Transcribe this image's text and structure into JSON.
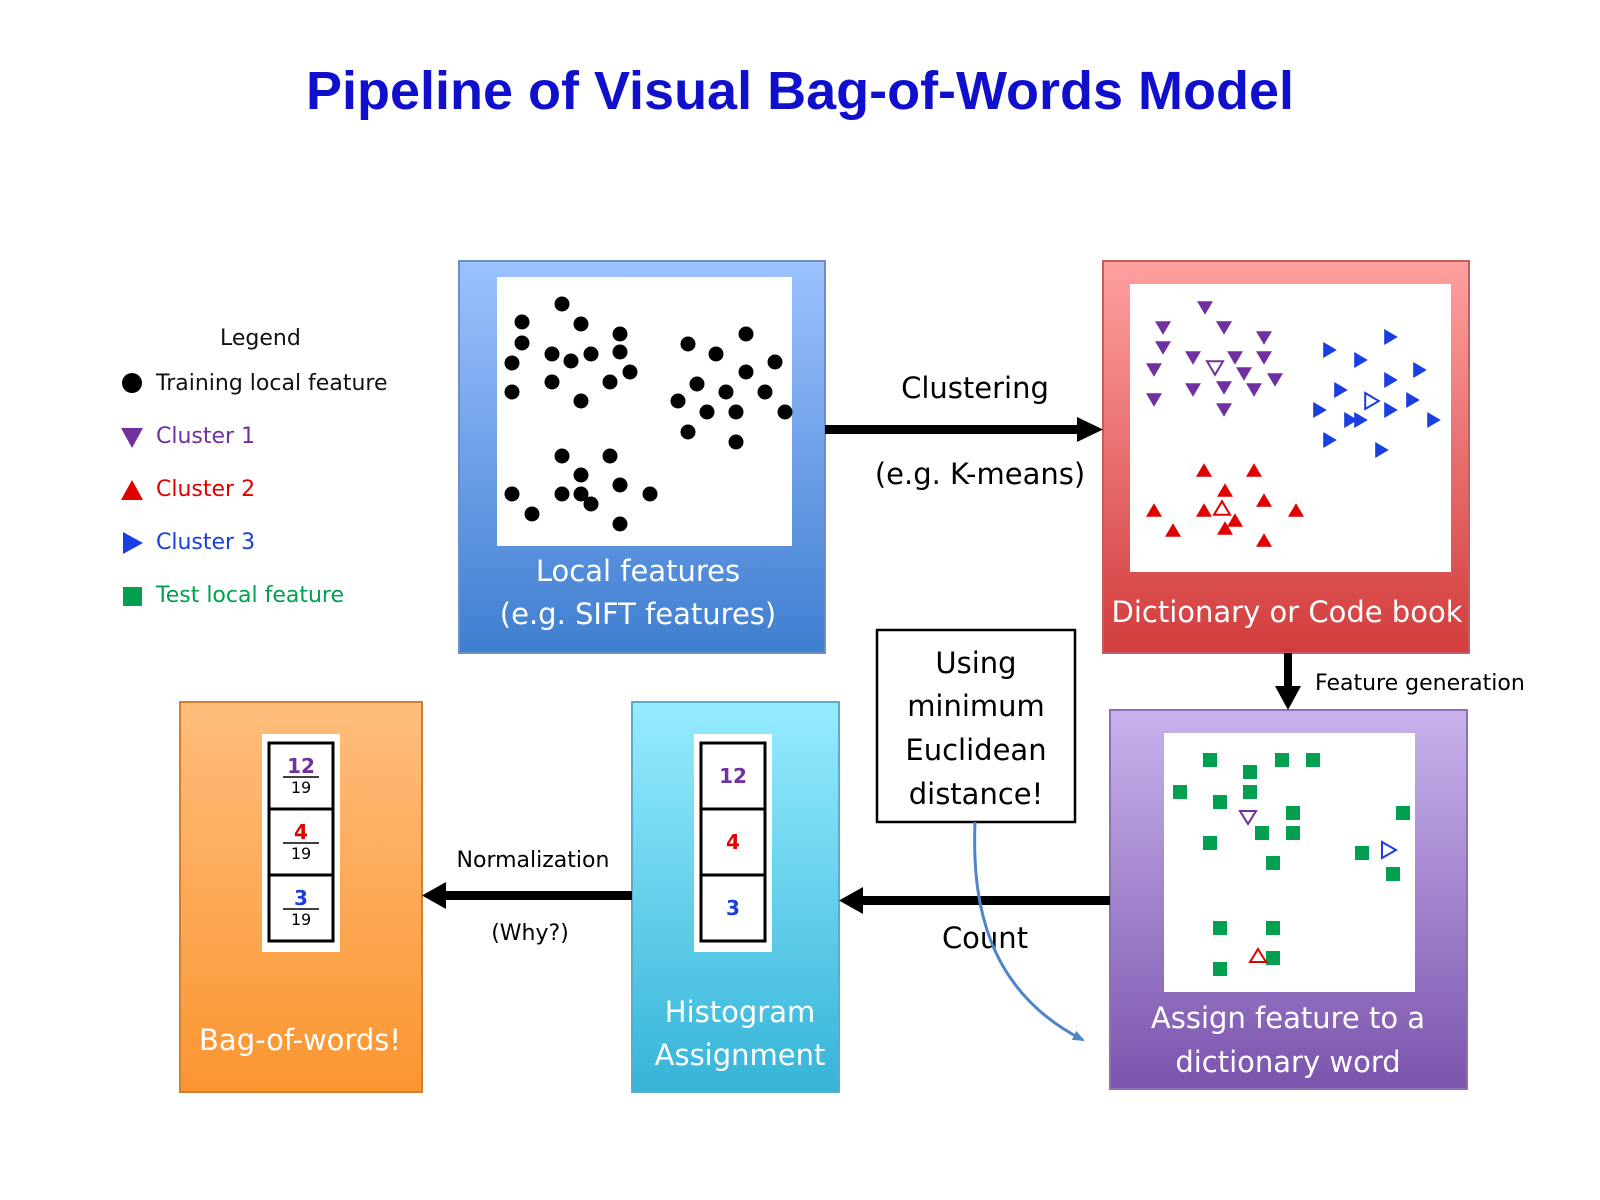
{
  "title": "Pipeline of Visual Bag-of-Words Model",
  "legend": {
    "title": "Legend",
    "items": [
      {
        "label": "Training local feature",
        "color": "#000000",
        "icon": "circle-icon"
      },
      {
        "label": "Cluster 1",
        "color": "#7030a0",
        "icon": "triangle-down-icon"
      },
      {
        "label": "Cluster 2",
        "color": "#e00000",
        "icon": "triangle-up-icon"
      },
      {
        "label": "Cluster 3",
        "color": "#1a3fe0",
        "icon": "triangle-right-icon"
      },
      {
        "label": "Test local feature",
        "color": "#00a050",
        "icon": "square-icon"
      }
    ]
  },
  "boxes": {
    "local_features": {
      "line1": "Local features",
      "line2": "(e.g. SIFT features)"
    },
    "dictionary": {
      "line1": "Dictionary or Code book"
    },
    "assign": {
      "line1": "Assign feature to a",
      "line2": "dictionary word"
    },
    "histogram": {
      "line1": "Histogram",
      "line2": "Assignment"
    },
    "bow": {
      "line1": "Bag-of-words!"
    }
  },
  "arrows": {
    "clustering": {
      "label": "Clustering",
      "sublabel": "(e.g. K-means)"
    },
    "feature_generation": {
      "label": "Feature generation"
    },
    "count": {
      "label": "Count"
    },
    "normalization": {
      "label": "Normalization",
      "sublabel": "(Why?)"
    }
  },
  "note": {
    "lines": [
      "Using",
      "minimum",
      "Euclidean",
      "distance!"
    ]
  },
  "histogram": {
    "values": [
      12,
      4,
      3
    ],
    "colors": [
      "#7030a0",
      "#e00000",
      "#1a3fe0"
    ],
    "denominator": 19
  }
}
